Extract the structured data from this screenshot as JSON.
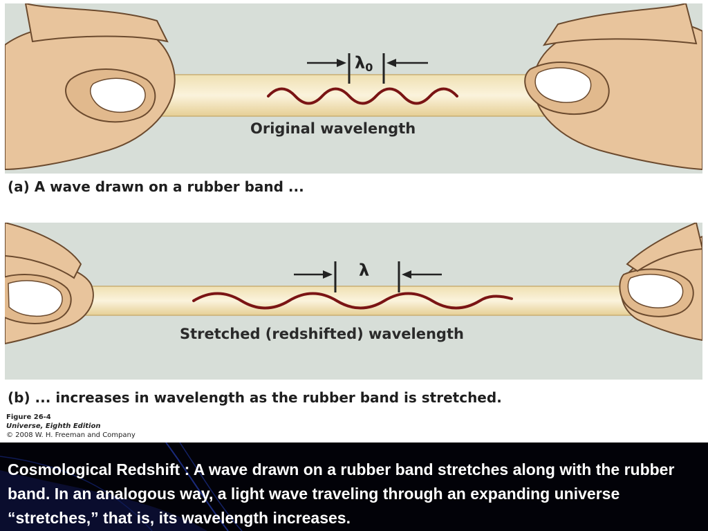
{
  "panel_a": {
    "symbol": "λ",
    "symbol_subscript": "0",
    "wave_caption": "Original wavelength",
    "caption": "(a)  A wave drawn on a rubber band ..."
  },
  "panel_b": {
    "symbol": "λ",
    "wave_caption": "Stretched (redshifted) wavelength",
    "caption": "(b)  ... increases in wavelength as the rubber band is stretched."
  },
  "figure_credit": {
    "figure": "Figure 26-4",
    "book": "Universe, Eighth Edition",
    "copyright": "© 2008 W. H. Freeman and Company"
  },
  "footer": {
    "text": "Cosmological Redshift : A wave drawn on a rubber band stretches along with the rubber band. In an analogous way, a light wave traveling through an expanding universe “stretches,” that is, its wavelength increases."
  },
  "colors": {
    "panel_background": "#d7ded8",
    "rubber_band": "#f2e2b4",
    "wave": "#7a1414",
    "skin": "#e8c49c",
    "footer_background": "#020208",
    "footer_text": "#ffffff"
  }
}
